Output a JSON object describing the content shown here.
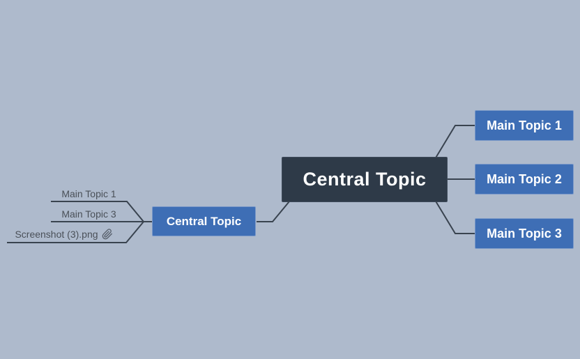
{
  "canvas": {
    "background_color": "#aebacc",
    "line_color": "#39434f",
    "label_text_color": "#4a5058",
    "node_blue_color": "#3e6eb5",
    "node_dark_color": "#2e3a48"
  },
  "central_topic": {
    "label": "Central Topic"
  },
  "right_topics": [
    {
      "label": "Main Topic 1"
    },
    {
      "label": "Main Topic 2"
    },
    {
      "label": "Main Topic 3"
    }
  ],
  "left_branch": {
    "root": {
      "label": "Central Topic"
    },
    "children": [
      {
        "label": "Main Topic 1"
      },
      {
        "label": "Main Topic 3"
      },
      {
        "label": "Screenshot (3).png",
        "icon": "paperclip"
      }
    ]
  }
}
